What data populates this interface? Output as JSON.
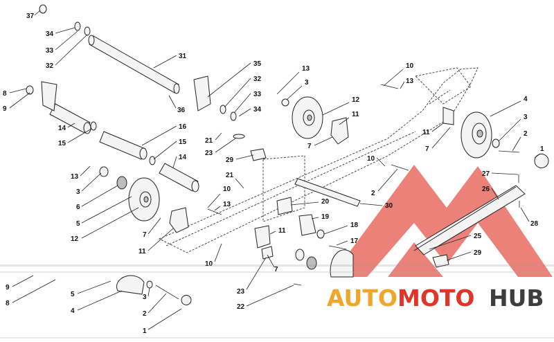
{
  "watermark": {
    "brand_auto": "AUTO",
    "brand_moto": "MOTO",
    "brand_hub": "HUB",
    "color_auto": "#f0a62a",
    "color_moto": "#e0362a",
    "color_hub": "#3d3d3d",
    "logo_color": "#e23a2e"
  },
  "callouts": [
    {
      "id": "c37a",
      "label": "37"
    },
    {
      "id": "c34a",
      "label": "34"
    },
    {
      "id": "c33a",
      "label": "33"
    },
    {
      "id": "c32a",
      "label": "32"
    },
    {
      "id": "c31",
      "label": "31"
    },
    {
      "id": "c35",
      "label": "35"
    },
    {
      "id": "c32b",
      "label": "32"
    },
    {
      "id": "c33b",
      "label": "33"
    },
    {
      "id": "c34b",
      "label": "34"
    },
    {
      "id": "c36",
      "label": "36"
    },
    {
      "id": "c8a",
      "label": "8"
    },
    {
      "id": "c9a",
      "label": "9"
    },
    {
      "id": "c14a",
      "label": "14"
    },
    {
      "id": "c15a",
      "label": "15"
    },
    {
      "id": "c16",
      "label": "16"
    },
    {
      "id": "c15b",
      "label": "15"
    },
    {
      "id": "c14b",
      "label": "14"
    },
    {
      "id": "c13a",
      "label": "13"
    },
    {
      "id": "c3a",
      "label": "3"
    },
    {
      "id": "c12a",
      "label": "12"
    },
    {
      "id": "c11a",
      "label": "11"
    },
    {
      "id": "c7a",
      "label": "7"
    },
    {
      "id": "c21a",
      "label": "21"
    },
    {
      "id": "c23a",
      "label": "23"
    },
    {
      "id": "c29a",
      "label": "29"
    },
    {
      "id": "c10a",
      "label": "10"
    },
    {
      "id": "c13b",
      "label": "13"
    },
    {
      "id": "c11b",
      "label": "11"
    },
    {
      "id": "c7b",
      "label": "7"
    },
    {
      "id": "c4a",
      "label": "4"
    },
    {
      "id": "c3b",
      "label": "3"
    },
    {
      "id": "c2a",
      "label": "2"
    },
    {
      "id": "c1a",
      "label": "1"
    },
    {
      "id": "c10b",
      "label": "10"
    },
    {
      "id": "c2b",
      "label": "2"
    },
    {
      "id": "c13c",
      "label": "13"
    },
    {
      "id": "c3c",
      "label": "3"
    },
    {
      "id": "c6",
      "label": "6"
    },
    {
      "id": "c5a",
      "label": "5"
    },
    {
      "id": "c12b",
      "label": "12"
    },
    {
      "id": "c7c",
      "label": "7"
    },
    {
      "id": "c11c",
      "label": "11"
    },
    {
      "id": "c21b",
      "label": "21"
    },
    {
      "id": "c10c",
      "label": "10"
    },
    {
      "id": "c13d",
      "label": "13"
    },
    {
      "id": "c20",
      "label": "20"
    },
    {
      "id": "c30",
      "label": "30"
    },
    {
      "id": "c19",
      "label": "19"
    },
    {
      "id": "c18",
      "label": "18"
    },
    {
      "id": "c17",
      "label": "17"
    },
    {
      "id": "c11d",
      "label": "11"
    },
    {
      "id": "c10d",
      "label": "10"
    },
    {
      "id": "c7d",
      "label": "7"
    },
    {
      "id": "c23b",
      "label": "23"
    },
    {
      "id": "c22",
      "label": "22"
    },
    {
      "id": "c27",
      "label": "27"
    },
    {
      "id": "c26",
      "label": "26"
    },
    {
      "id": "c28",
      "label": "28"
    },
    {
      "id": "c25",
      "label": "25"
    },
    {
      "id": "c29b",
      "label": "29"
    },
    {
      "id": "c9b",
      "label": "9"
    },
    {
      "id": "c8b",
      "label": "8"
    },
    {
      "id": "c5b",
      "label": "5"
    },
    {
      "id": "c4b",
      "label": "4"
    },
    {
      "id": "c3d",
      "label": "3"
    },
    {
      "id": "c2c",
      "label": "2"
    },
    {
      "id": "c1b",
      "label": "1"
    }
  ]
}
